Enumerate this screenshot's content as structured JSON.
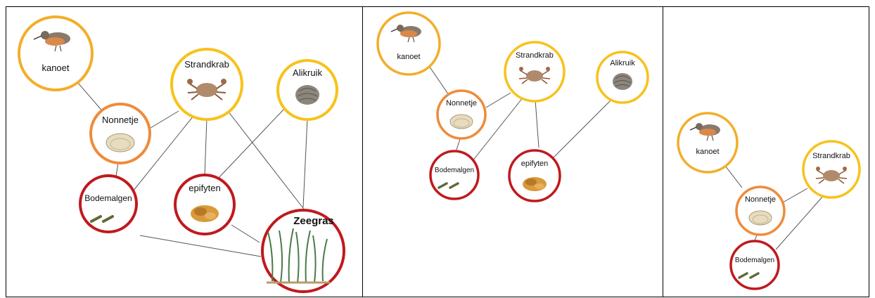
{
  "colors": {
    "predator_ring": "#f2ae2a",
    "mid_ring": "#ef8b3a",
    "producer_ring": "#c0191e",
    "edge": "#555555"
  },
  "panels": [
    {
      "nodes": {
        "kanoet": "kanoet",
        "strandkrab": "Strandkrab",
        "alikruik": "Alikruik",
        "nonnetje": "Nonnetje",
        "bodemalgen": "Bodemalgen",
        "epifyten": "epifyten",
        "zeegras": "Zeegras"
      }
    },
    {
      "nodes": {
        "kanoet": "kanoet",
        "strandkrab": "Strandkrab",
        "alikruik": "Alikruik",
        "nonnetje": "Nonnetje",
        "bodemalgen": "Bodemalgen",
        "epifyten": "epifyten"
      }
    },
    {
      "nodes": {
        "kanoet": "kanoet",
        "strandkrab": "Strandkrab",
        "nonnetje": "Nonnetje",
        "bodemalgen": "Bodemalgen"
      }
    }
  ],
  "icons": {
    "kanoet": "bird-icon",
    "strandkrab": "crab-icon",
    "alikruik": "snail-shell-icon",
    "nonnetje": "clam-shell-icon",
    "bodemalgen": "algae-icon",
    "epifyten": "epiphyte-icon",
    "zeegras": "seagrass-icon"
  }
}
